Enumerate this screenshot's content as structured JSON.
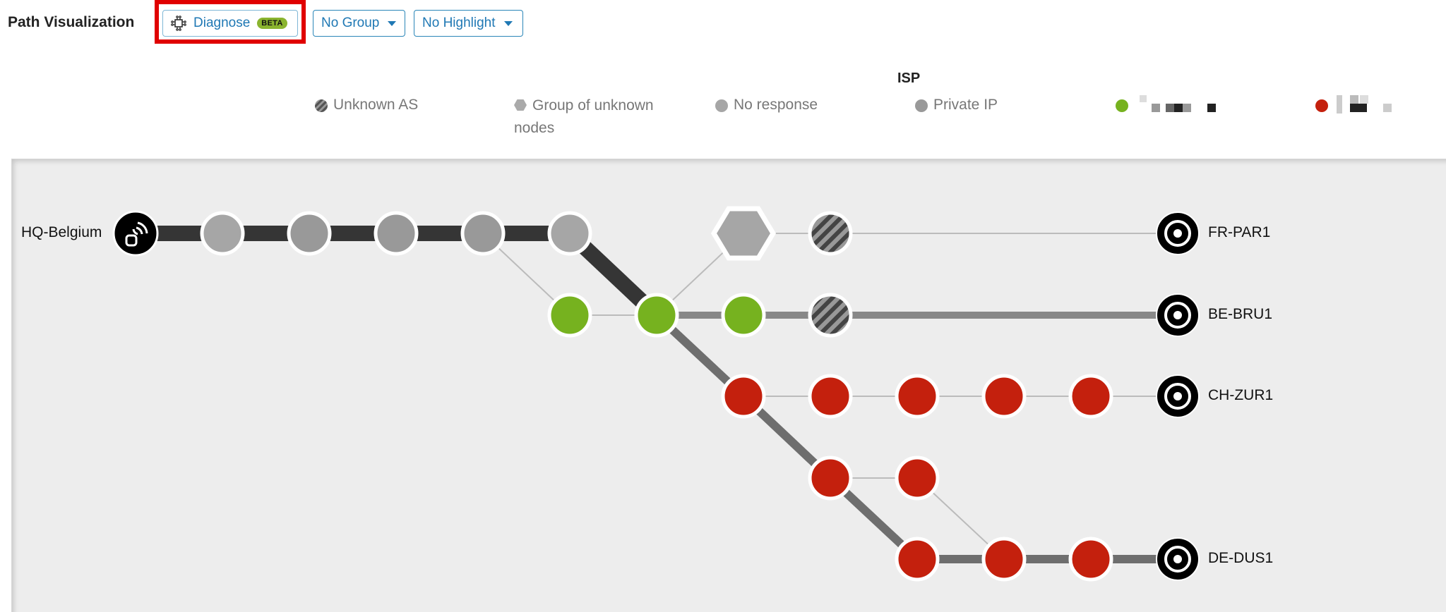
{
  "toolbar": {
    "title": "Path Visualization",
    "diagnose_label": "Diagnose",
    "diagnose_badge": "BETA",
    "diagnose_icon": "chip-icon",
    "group_select": "No Group",
    "highlight_select": "No Highlight"
  },
  "legend": {
    "header": "ISP",
    "items": [
      {
        "label": "Unknown AS",
        "swatch": "hatched-circle"
      },
      {
        "label": "Group of unknown nodes",
        "swatch": "hexagon",
        "color": "#aaaaaa"
      },
      {
        "label": "No response",
        "swatch": "circle",
        "color": "#a6a6a6"
      },
      {
        "label": "Private IP",
        "swatch": "circle",
        "color": "#999999"
      },
      {
        "label": "[redacted]",
        "swatch": "circle",
        "color": "#76b21f"
      },
      {
        "label": "[redacted]",
        "swatch": "circle",
        "color": "#c4200d"
      }
    ]
  },
  "graph": {
    "colors": {
      "background": "#ededed",
      "no_response": "#a6a6a6",
      "private_ip": "#999999",
      "isp_green": "#76b21f",
      "isp_red": "#c4200d",
      "endpoint": "#000000",
      "heavy_link": "#353535",
      "medium_link": "#888888",
      "thin_link": "#bbbbbb"
    },
    "source": {
      "label": "HQ-Belgium",
      "icon": "agent-wifi-icon"
    },
    "targets": [
      {
        "label": "FR-PAR1",
        "icon": "target-icon"
      },
      {
        "label": "BE-BRU1",
        "icon": "target-icon"
      },
      {
        "label": "CH-ZUR1",
        "icon": "target-icon"
      },
      {
        "label": "DE-DUS1",
        "icon": "target-icon"
      }
    ]
  }
}
